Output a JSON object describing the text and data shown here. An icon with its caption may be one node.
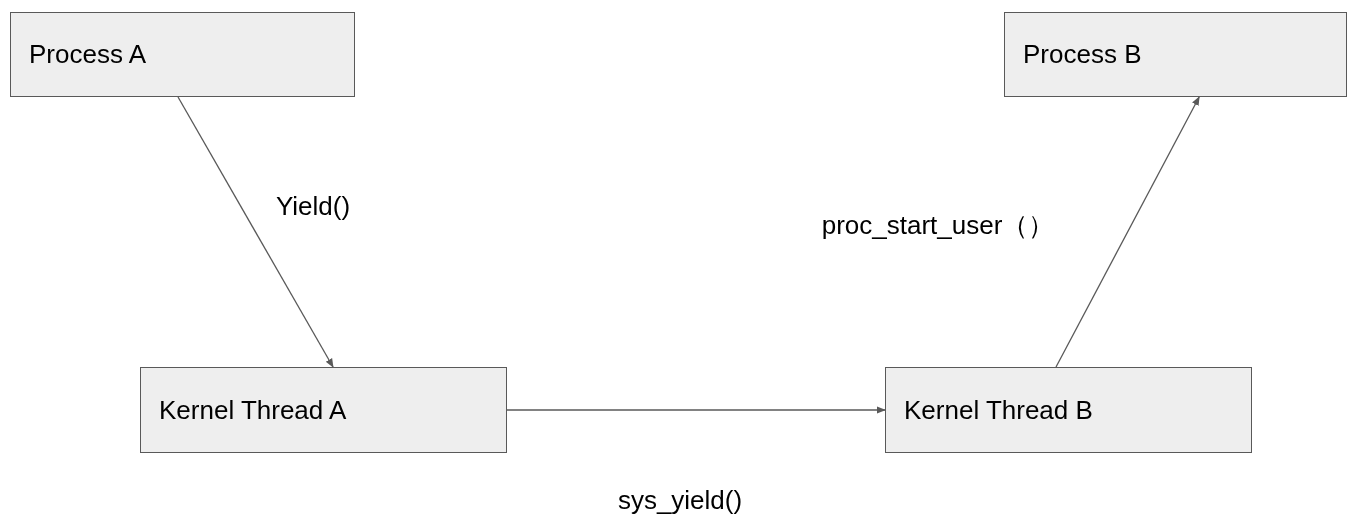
{
  "diagram": {
    "nodes": [
      {
        "text": [
          "Process A"
        ]
      },
      {
        "text": [
          "Process B"
        ]
      },
      {
        "text": [
          "Kernel Thread A"
        ]
      },
      {
        "text": [
          "Kernel Thread B"
        ]
      }
    ],
    "edges": [
      {
        "from": 0,
        "to": 2,
        "arrow": "to",
        "label": "Yield()"
      },
      {
        "from": 2,
        "to": 3,
        "arrow": "to",
        "label": "sys_yield()"
      },
      {
        "from": 3,
        "to": 1,
        "arrow": "to",
        "label": "proc_start_user（）"
      }
    ]
  }
}
